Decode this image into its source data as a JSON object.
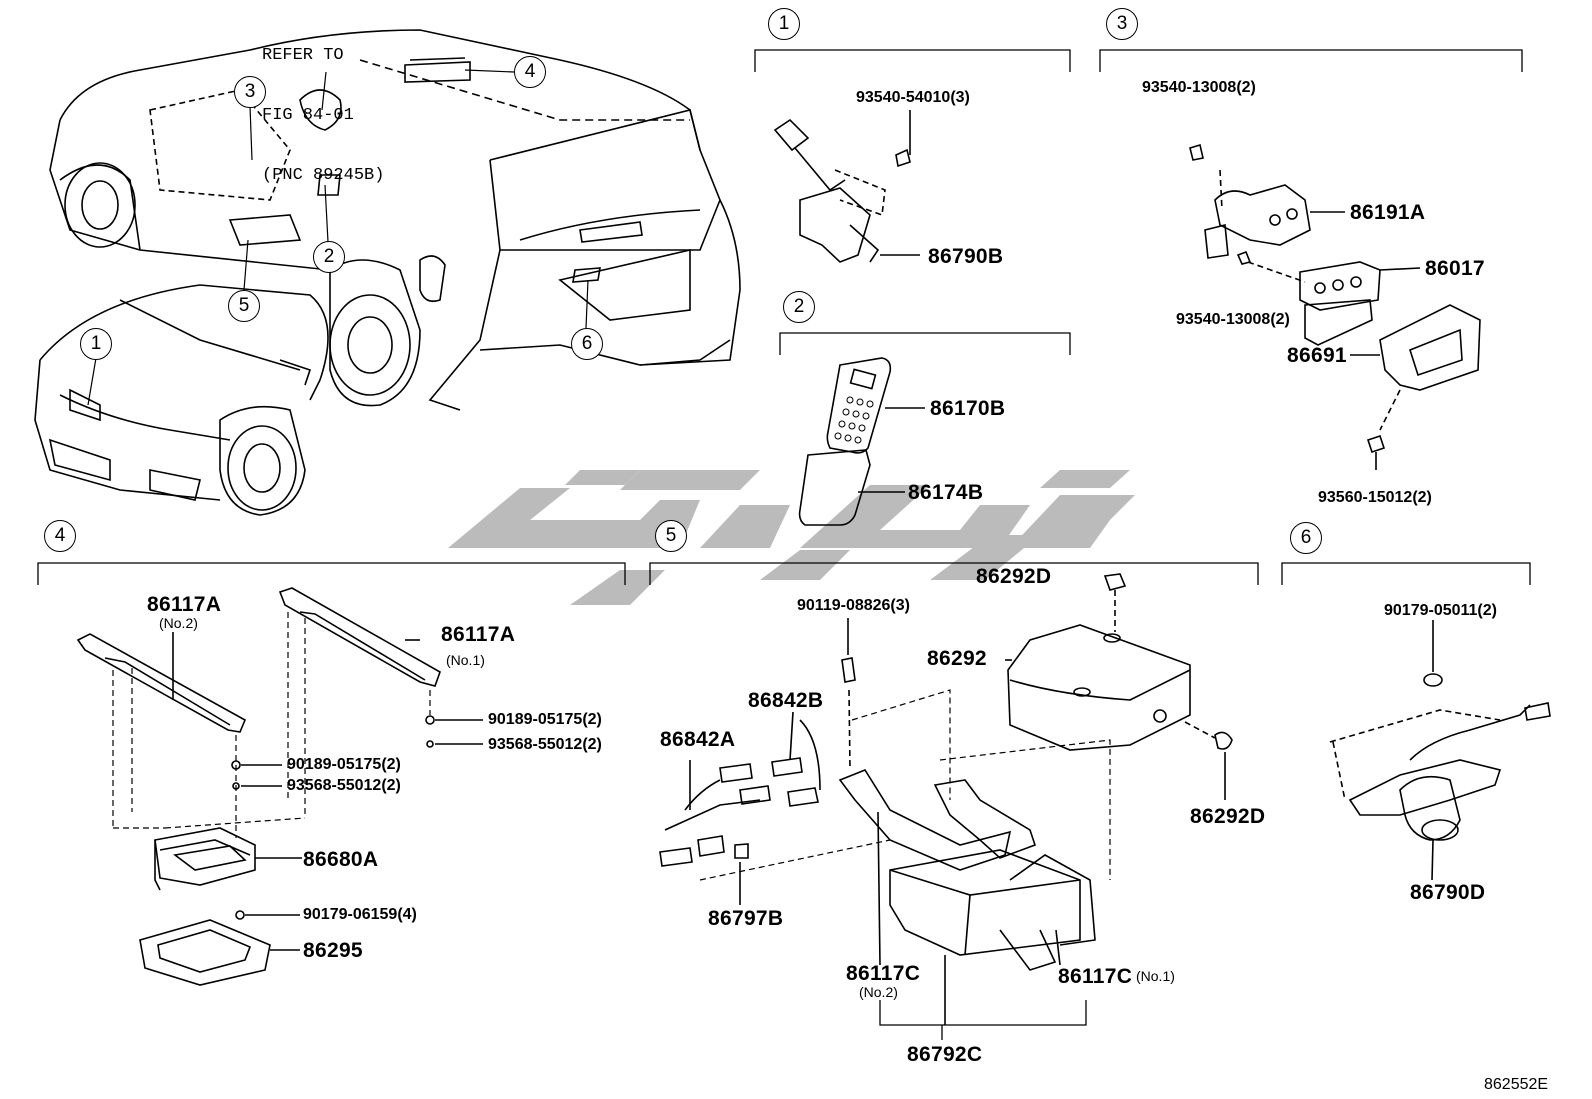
{
  "refer_note": {
    "line1": "REFER TO",
    "line2": "FIG 84-01",
    "line3": "(PNC 89245B)"
  },
  "callouts": {
    "c1": "1",
    "c2": "2",
    "c3": "3",
    "c4": "4",
    "c5": "5",
    "c6": "6"
  },
  "overview_callouts": {
    "o1": "1",
    "o2": "2",
    "o3": "3",
    "o4": "4",
    "o5": "5",
    "o6": "6"
  },
  "sec1": {
    "bolt": "93540-54010(3)",
    "camera": "86790B"
  },
  "sec2": {
    "remote": "86170B",
    "holder": "86174B"
  },
  "sec3": {
    "bolt_top": "93540-13008(2)",
    "part_a": "86191A",
    "part_b": "86017",
    "bolt_mid": "93540-13008(2)",
    "bracket": "86691",
    "bolt_bottom": "93560-15012(2)"
  },
  "sec4": {
    "bracket2": "86117A",
    "bracket2_sub": "(No.2)",
    "bracket1": "86117A",
    "bracket1_sub": "(No.1)",
    "nut_right": "90189-05175(2)",
    "screw_right": "93568-55012(2)",
    "nut_left": "90189-05175(2)",
    "screw_left": "93568-55012(2)",
    "display": "86680A",
    "clip": "90179-06159(4)",
    "bezel": "86295"
  },
  "sec5": {
    "screw_top": "86292D",
    "bolt": "90119-08826(3)",
    "cover": "86292",
    "wire_b": "86842B",
    "wire_a": "86842A",
    "screw_right": "86292D",
    "connector": "86797B",
    "bracket2": "86117C",
    "bracket2_sub": "(No.2)",
    "bracket1": "86117C",
    "bracket1_sub": "(No.1)",
    "unit": "86792C"
  },
  "sec6": {
    "nut": "90179-05011(2)",
    "camera": "86790D"
  },
  "figure_code": "862552E",
  "watermark_color": "#bbbbbb"
}
